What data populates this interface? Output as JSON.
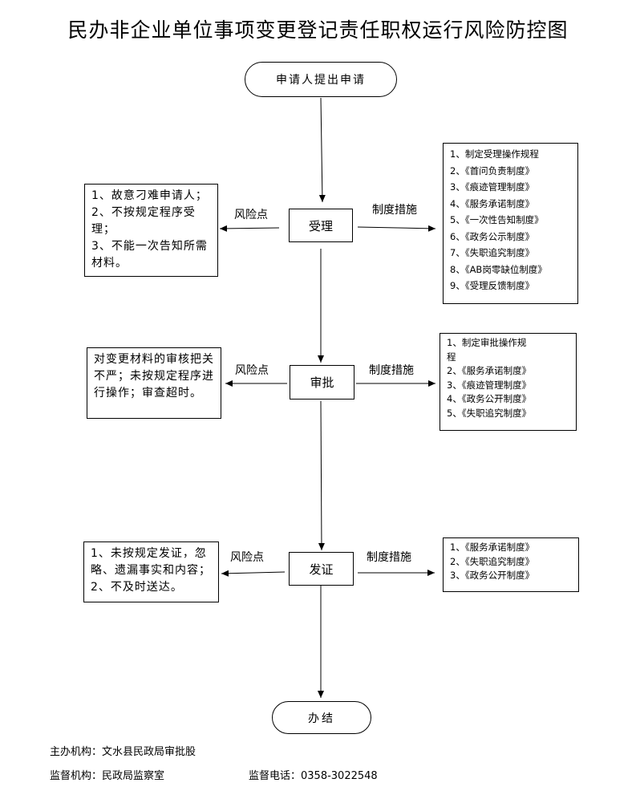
{
  "title": "民办非企业单位事项变更登记责任职权运行风险防控图",
  "start": "申请人提出申请",
  "end": "办结",
  "risk_label": "风险点",
  "measure_label": "制度措施",
  "steps": [
    {
      "name": "受理",
      "risks": [
        "1、故意刁难申请人；",
        "2、不按规定程序受理；",
        "3、不能一次告知所需材料。"
      ],
      "measures": [
        "1、制定受理操作规程",
        "2、《首问负责制度》",
        "3、《痕迹管理制度》",
        "4、《服务承诺制度》",
        "5、《一次性告知制度》",
        "6、《政务公示制度》",
        "7、《失职追究制度》",
        "8、《AB岗零缺位制度》",
        "9、《受理反馈制度》"
      ]
    },
    {
      "name": "审批",
      "risks": [
        "对变更材料的审核把关不严；未按规定程序进行操作；审查超时。"
      ],
      "measures": [
        "1、制定审批操作规",
        "程",
        "2、《服务承诺制度》",
        "3、《痕迹管理制度》",
        "4、《政务公开制度》",
        "5、《失职追究制度》"
      ]
    },
    {
      "name": "发证",
      "risks": [
        "1、未按规定发证，忽略、遗漏事实和内容；",
        "2、不及时送达。"
      ],
      "measures": [
        "1、《服务承诺制度》",
        "2、《失职追究制度》",
        "3、《政务公开制度》"
      ]
    }
  ],
  "footer": {
    "organizer": "主办机构：文水县民政局审批股",
    "supervisor": "监督机构：民政局监察室",
    "phone": "监督电话：0358-3022548"
  }
}
